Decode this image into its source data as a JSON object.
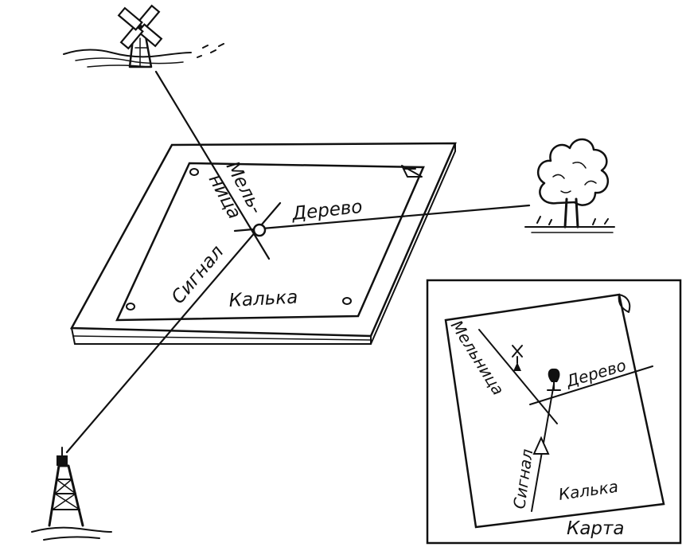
{
  "labels": {
    "windmill_part1": "Мель-",
    "windmill_part2": "ница",
    "tree": "Дерево",
    "signal": "Сигнал",
    "tracing": "Калька",
    "inset_windmill": "Мельница",
    "inset_tree": "Дерево",
    "inset_signal": "Сигнал",
    "inset_tracing": "Калька",
    "inset_map": "Карта"
  },
  "colors": {
    "ink": "#111111",
    "paper": "#ffffff"
  },
  "icons": [
    "windmill-icon",
    "tree-icon",
    "signal-tower-icon"
  ]
}
